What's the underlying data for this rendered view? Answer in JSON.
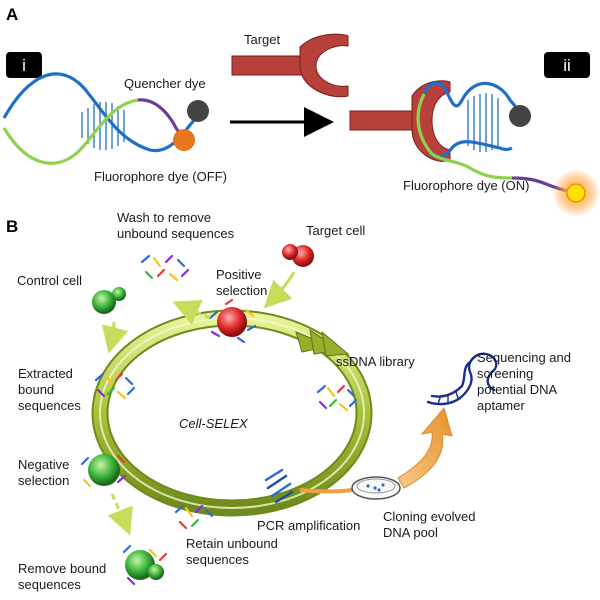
{
  "panel_a": {
    "letter": "A",
    "tag_i": "i",
    "tag_ii": "ii",
    "target_label": "Target",
    "quencher_label": "Quencher dye",
    "fluorophore_off_label": "Fluorophore dye (OFF)",
    "fluorophore_on_label": "Fluorophore dye (ON)"
  },
  "panel_b": {
    "letter": "B",
    "center_label": "Cell-SELEX",
    "wash_label": [
      "Wash to remove",
      "unbound sequences"
    ],
    "target_cell_label": "Target cell",
    "control_cell_label": "Control cell",
    "positive_selection_label": [
      "Positive",
      "selection"
    ],
    "ssdna_label": "ssDNA library",
    "sequencing_label": [
      "Sequencing and",
      "screening",
      "potential DNA",
      "aptamer"
    ],
    "extracted_label": [
      "Extracted",
      "bound",
      "sequences"
    ],
    "negative_selection_label": [
      "Negative",
      "selection"
    ],
    "pcr_label": "PCR amplification",
    "cloning_label": [
      "Cloning evolved",
      "DNA pool"
    ],
    "retain_label": [
      "Retain unbound",
      "sequences"
    ],
    "remove_label": [
      "Remove bound",
      "sequences"
    ]
  },
  "colors": {
    "strand_blue": "#1e6fc8",
    "strand_green": "#8fd14f",
    "strand_purple": "#6a3d9a",
    "target_red": "#b8403a",
    "quencher_grey": "#444444",
    "fluor_orange": "#e8761c",
    "fluor_on_yellow": "#ffe000",
    "cycle_green": "#b5cc3a",
    "arrow_orange": "#f0a040"
  }
}
